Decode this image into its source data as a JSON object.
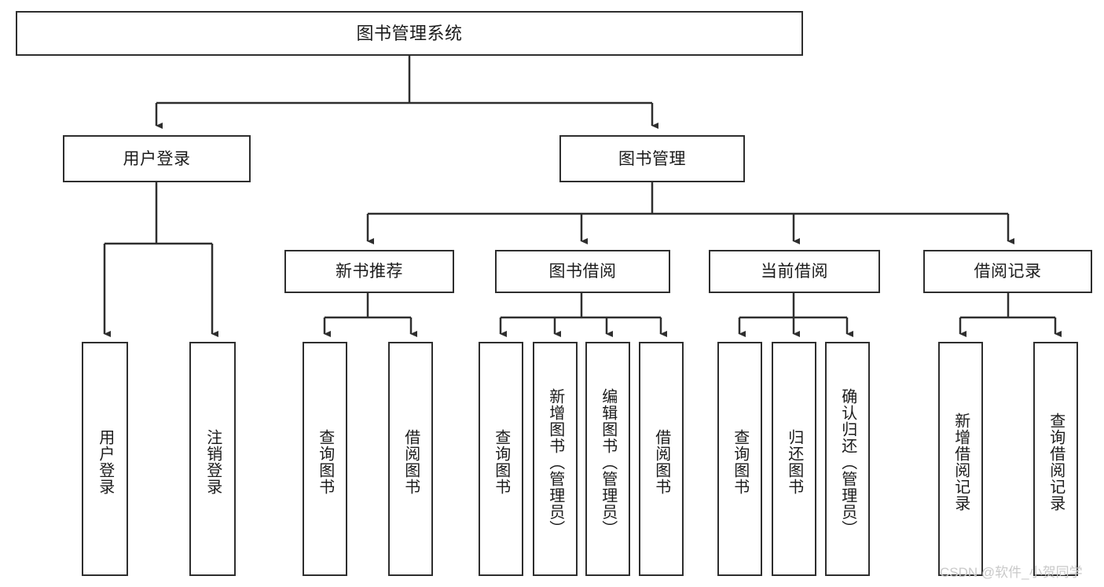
{
  "diagram": {
    "title": "图书管理系统",
    "type": "tree-hierarchy-functional-structure",
    "root": {
      "label": "图书管理系统"
    },
    "level1": [
      {
        "label": "用户登录"
      },
      {
        "label": "图书管理"
      }
    ],
    "level2": [
      {
        "label": "新书推荐"
      },
      {
        "label": "图书借阅"
      },
      {
        "label": "当前借阅"
      },
      {
        "label": "借阅记录"
      }
    ],
    "leaves": {
      "user_login": [
        {
          "label": "用户登录"
        },
        {
          "label": "注销登录"
        }
      ],
      "new_book_recommend": [
        {
          "label": "查询图书"
        },
        {
          "label": "借阅图书"
        }
      ],
      "book_borrow": [
        {
          "label": "查询图书"
        },
        {
          "label": "新增图书（管理员）"
        },
        {
          "label": "编辑图书（管理员）"
        },
        {
          "label": "借阅图书"
        }
      ],
      "current_borrow": [
        {
          "label": "查询图书"
        },
        {
          "label": "归还图书"
        },
        {
          "label": "确认归还（管理员）"
        }
      ],
      "borrow_record": [
        {
          "label": "新增借阅记录"
        },
        {
          "label": "查询借阅记录"
        }
      ]
    }
  },
  "watermark": {
    "text": "CSDN @软件_小贺同学"
  },
  "colors": {
    "border": "#2e2e2e",
    "background": "#ffffff",
    "text": "#1b1b1b",
    "watermark": "#c9c9c9"
  }
}
